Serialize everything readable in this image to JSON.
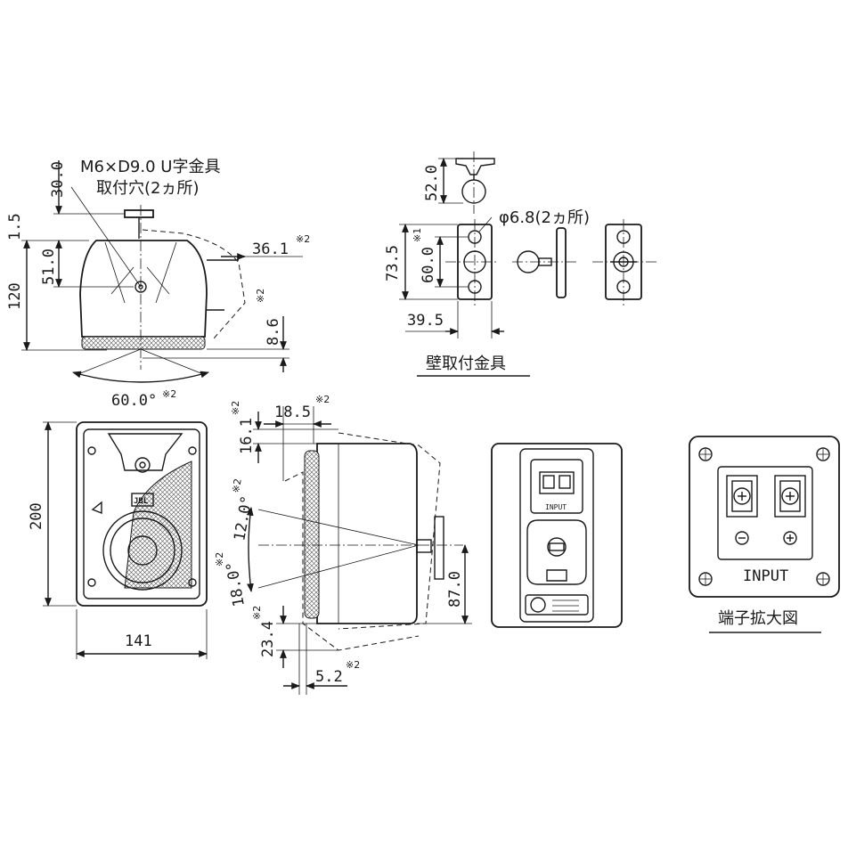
{
  "front_top_view": {
    "note_line1": "M6×D9.0 U字金具",
    "note_line2": "取付穴(2ヵ所)",
    "dim_30": "30.0",
    "dim_1_5": "1.5",
    "dim_51": "51.0",
    "dim_120": "120",
    "dim_36_1": "36.1",
    "dim_8_6": "8.6",
    "dim_60deg": "60.0°",
    "note_mark": "※2"
  },
  "bracket_view": {
    "dim_52": "52.0",
    "hole_note": "φ6.8(2ヵ所)",
    "dim_73_5": "73.5",
    "dim_60": "60.0",
    "dim_39_5": "39.5",
    "note_mark1": "※1",
    "caption": "壁取付金具"
  },
  "front_view": {
    "dim_200": "200",
    "dim_141": "141",
    "logo": "JBL"
  },
  "side_view": {
    "dim_18_5": "18.5",
    "dim_16_1": "16.1",
    "dim_12deg": "12.0°",
    "dim_18deg": "18.0°",
    "dim_23_4": "23.4",
    "dim_87": "87.0",
    "dim_5_2": "5.2",
    "note_mark": "※2"
  },
  "rear_view": {
    "input_label": "INPUT"
  },
  "terminal_view": {
    "input_label": "INPUT",
    "caption": "端子拡大図",
    "plus_symbol": "⊕",
    "minus_symbol": "⊖"
  }
}
